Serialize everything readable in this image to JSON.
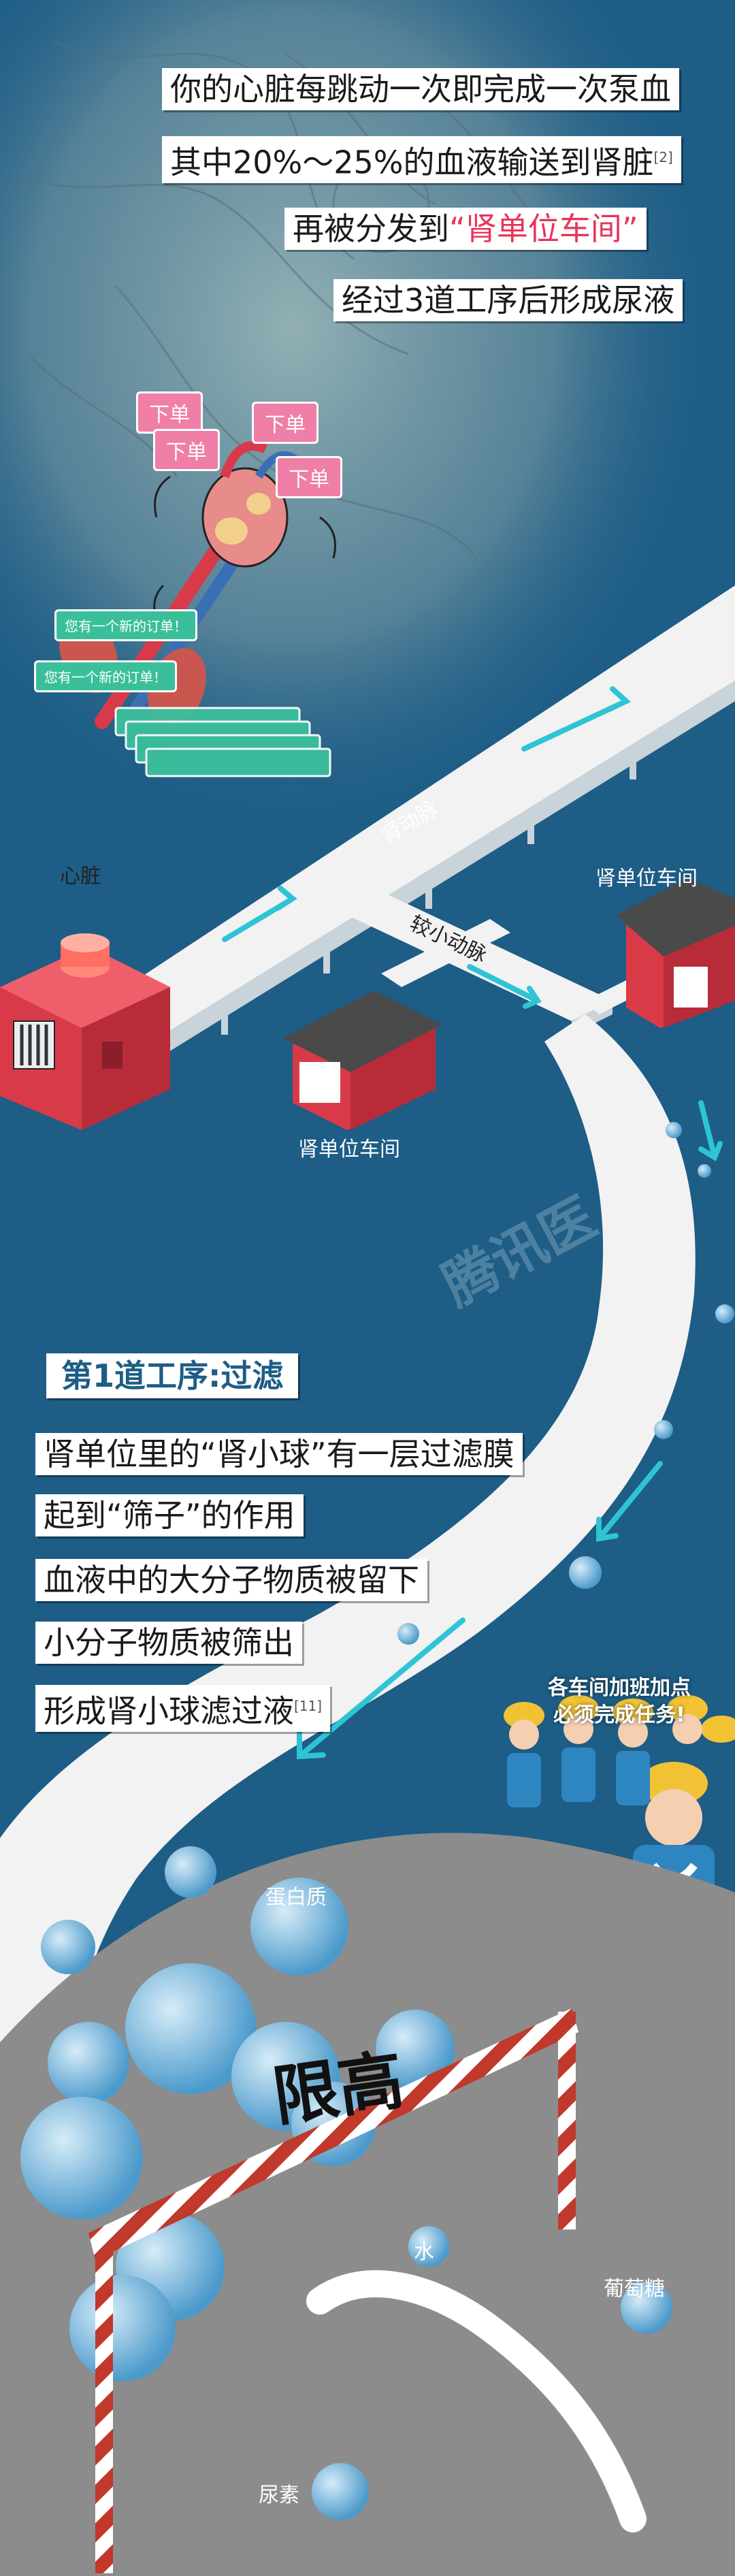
{
  "intro": {
    "line1": "你的心脏每跳动一次即完成一次泵血",
    "line2": "其中20%～25%的血液输送到肾脏",
    "line2_ref": "[2]",
    "line3_pre": "再被分发到",
    "line3_hl": "“肾单位车间”",
    "line4": "经过3道工序后形成尿液"
  },
  "orders": {
    "order_label": "下单",
    "new_order": "您有一个新的订单！"
  },
  "map": {
    "heart": "心脏",
    "renal_artery": "肾动脉",
    "small_artery": "较小动脉",
    "workshop_right": "肾单位车间",
    "workshop_left": "肾单位车间",
    "watermark": "腾讯医"
  },
  "step1": {
    "heading": "第1道工序:过滤",
    "lines": [
      "肾单位里的“肾小球”有一层过滤膜",
      "起到“筛子”的作用",
      "血液中的大分子物质被留下",
      "小分子物质被筛出"
    ],
    "last_line": "形成肾小球滤过液",
    "last_ref": "[11]"
  },
  "workers": {
    "note_line1": "各车间加班加点",
    "note_line2": "必须完成任务!"
  },
  "filter": {
    "limit": "限高",
    "protein": "蛋白质",
    "water": "水",
    "glucose": "葡萄糖",
    "urea": "尿素"
  },
  "colors": {
    "background": "#1d5d86",
    "road": "#f2f2f2",
    "ground": "#8c8c8c",
    "accent_pink": "#e8345a",
    "arrow": "#2ec4d6",
    "factory_red": "#d93a48"
  }
}
